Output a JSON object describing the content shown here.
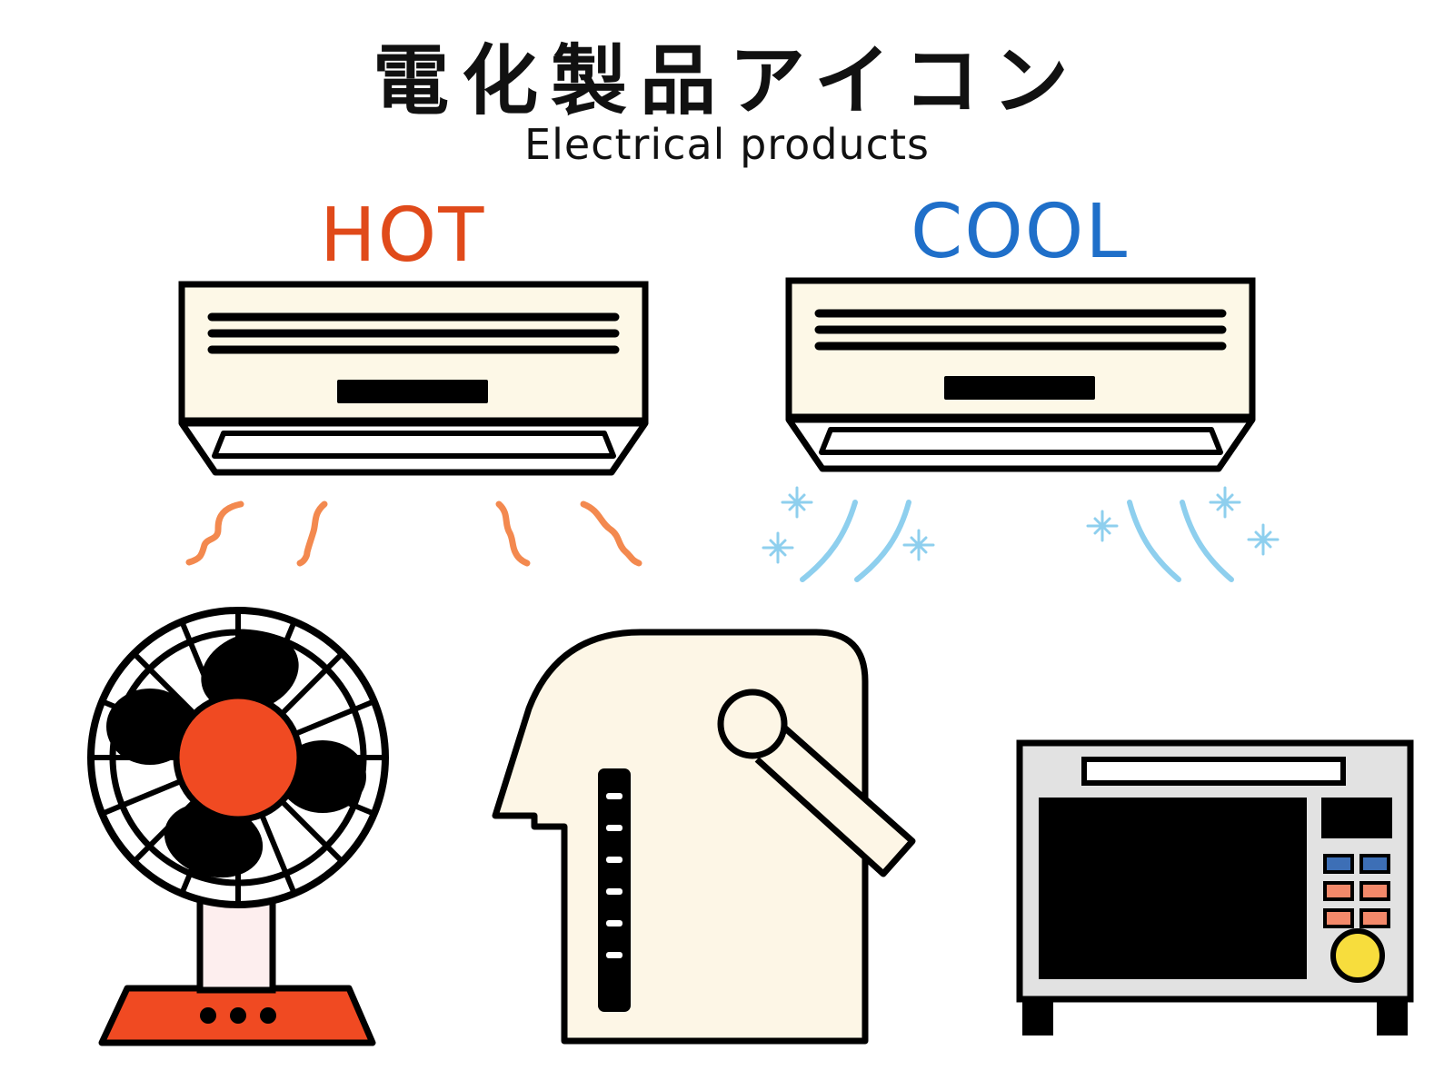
{
  "header": {
    "title": "電化製品アイコン",
    "subtitle": "Electrical products"
  },
  "labels": {
    "hot": "HOT",
    "cool": "COOL"
  },
  "colors": {
    "hot": "#e04a1a",
    "cool": "#1f6fc9",
    "hot_wave": "#f3894f",
    "cool_wave": "#8ecfee",
    "appliance_body": "#fdf8e7",
    "fan_hub": "#f04a22",
    "fan_neck": "#fdeeee",
    "microwave_body": "#e2e2e2",
    "microwave_knob": "#f7dd3d",
    "button_blue": "#3d6fb6",
    "button_orange": "#f3896a",
    "outline": "#000000"
  },
  "icons": [
    "air-conditioner-hot-icon",
    "air-conditioner-cool-icon",
    "electric-fan-icon",
    "electric-kettle-pot-icon",
    "microwave-oven-icon"
  ]
}
